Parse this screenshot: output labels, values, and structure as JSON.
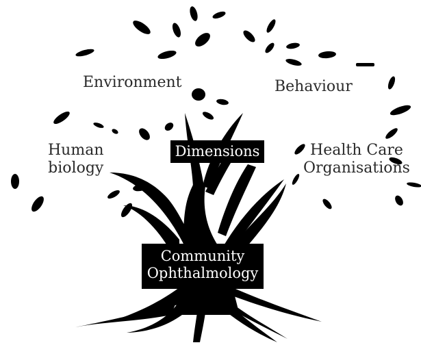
{
  "labels": {
    "environment": "Environment",
    "behaviour": "Behaviour",
    "human_biology_line1": "Human",
    "human_biology_line2": "biology",
    "health_care_line1": "Health Care",
    "health_care_line2": "Organisations",
    "center_box": "Dimensions",
    "root_box_line1": "Community",
    "root_box_line2": "Ophthalmology"
  },
  "colors": {
    "tree": "#000000",
    "box_background": "#000000",
    "box_text": "#ffffff",
    "label_text": "#2a2a2a"
  }
}
